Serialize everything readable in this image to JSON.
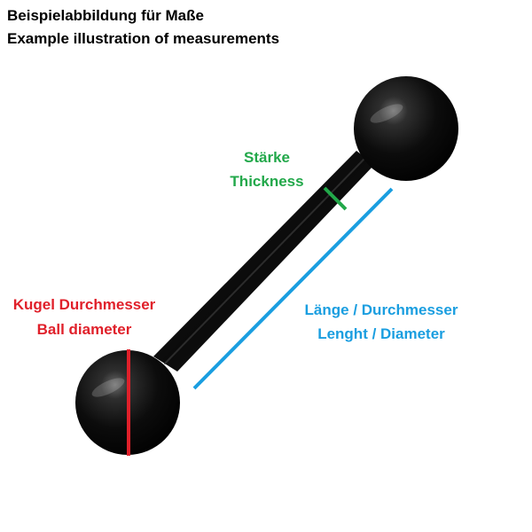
{
  "titles": {
    "german": "Beispielabbildung für Maße",
    "english": "Example illustration of measurements"
  },
  "measurements": {
    "thickness": {
      "label_de": "Stärke",
      "label_en": "Thickness",
      "color": "#22a84a"
    },
    "ball_diameter": {
      "label_de": "Kugel Durchmesser",
      "label_en": "Ball diameter",
      "color": "#e0202a"
    },
    "length": {
      "label_de": "Länge / Durchmesser",
      "label_en": "Lenght / Diameter",
      "color": "#1a9ee0"
    }
  },
  "colors": {
    "jewelry": "#0a0a0a",
    "background": "#ffffff"
  }
}
